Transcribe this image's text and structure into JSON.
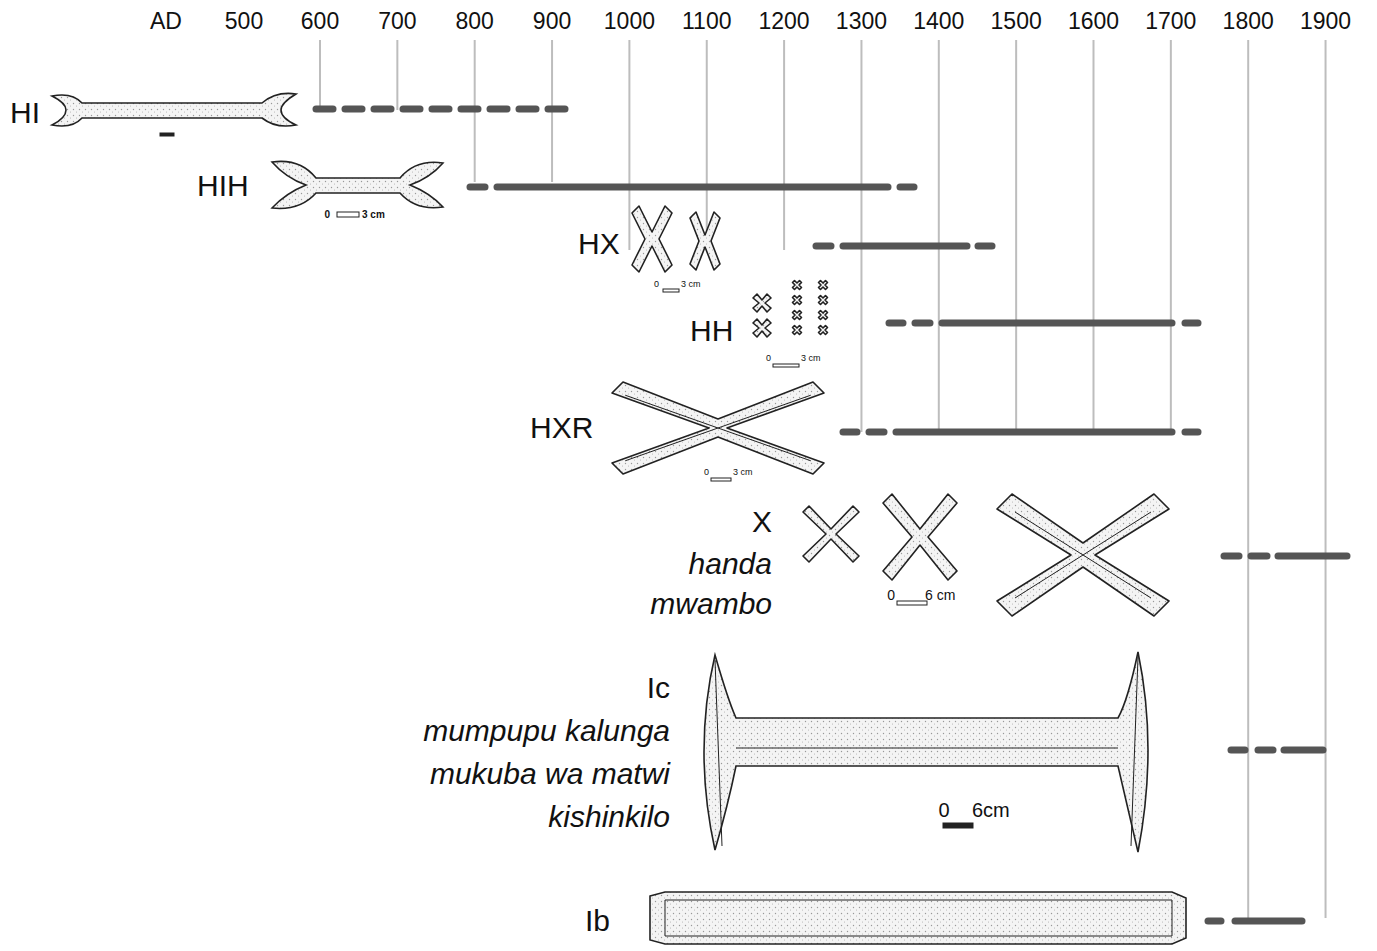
{
  "diagram": {
    "labels": [
      "AD",
      "500",
      "600",
      "700",
      "800",
      "900",
      "1000",
      "1100",
      "1200",
      "1300",
      "1400",
      "1500",
      "1600",
      "1700",
      "1800",
      "1900",
      "HI",
      "HIH",
      "0",
      "3 cm",
      "HX",
      "0",
      "3 cm",
      "HH",
      "0",
      "3 cm",
      "HXR",
      "0",
      "3 cm",
      "X",
      "handa",
      "mwambo",
      "0",
      "6 cm",
      "Ic",
      "mumpupu kalunga",
      "mukuba wa matwi",
      "kishinkilo",
      "0",
      "6cm",
      "Ib"
    ]
  }
}
